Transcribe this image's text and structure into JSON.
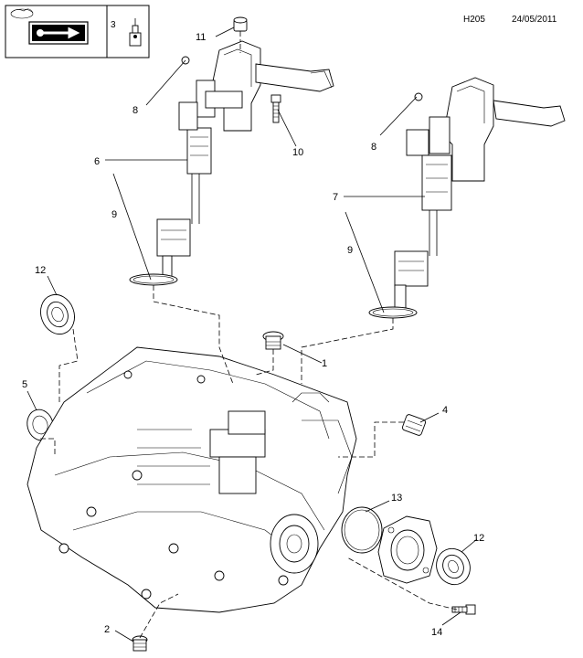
{
  "header": {
    "code": "H205",
    "date": "24/05/2011",
    "tool_box_number": "3",
    "icons": [
      "car-logo-icon",
      "wrench-toolbox-icon",
      "lubricant-bottle-icon"
    ]
  },
  "callouts": {
    "c1": "1",
    "c2": "2",
    "c4": "4",
    "c5": "5",
    "c6": "6",
    "c7": "7",
    "c8a": "8",
    "c8b": "8",
    "c9a": "9",
    "c9b": "9",
    "c10": "10",
    "c11": "11",
    "c12a": "12",
    "c12b": "12",
    "c13": "13",
    "c14": "14"
  }
}
